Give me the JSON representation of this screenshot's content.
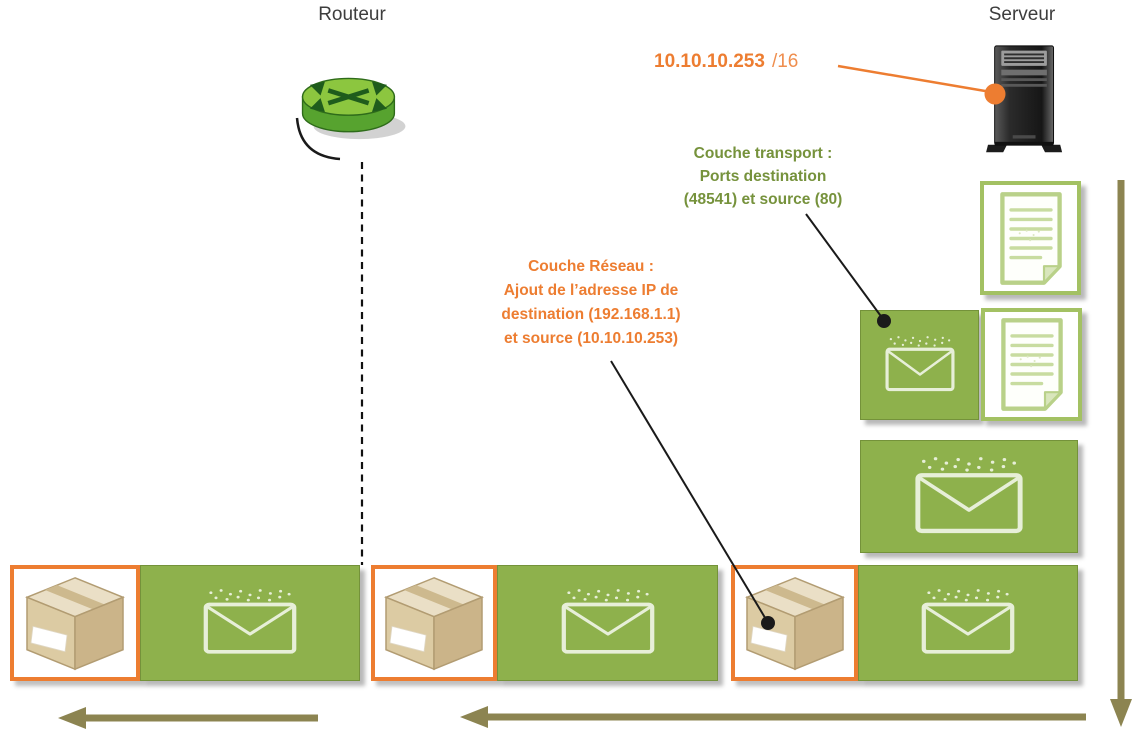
{
  "labels": {
    "router": "Routeur",
    "server": "Serveur"
  },
  "ip_annotation": {
    "address": "10.10.10.253",
    "prefix": "/16"
  },
  "transport_annotation": {
    "line1": "Couche transport :",
    "line2": "Ports destination",
    "line3": "(48541) et source (80)"
  },
  "network_annotation": {
    "line1": "Couche Réseau :",
    "line2": "Ajout de l’adresse IP de",
    "line3": "destination (192.168.1.1)",
    "line4": "et source (10.10.10.253)"
  },
  "colors": {
    "orange_accent": "#ED7D31",
    "green_text": "#76923C",
    "packet_green": "#8EB14C",
    "packet_border_green": "#A3C163",
    "parcel_border_orange": "#ED7D31",
    "arrow_olive": "#8C8451",
    "callout_black": "#1A1A1A"
  },
  "icons": {
    "router": "router-icon",
    "server": "server-tower-icon",
    "document": "document-icon",
    "envelope": "envelope-icon",
    "parcel": "parcel-box-icon"
  }
}
